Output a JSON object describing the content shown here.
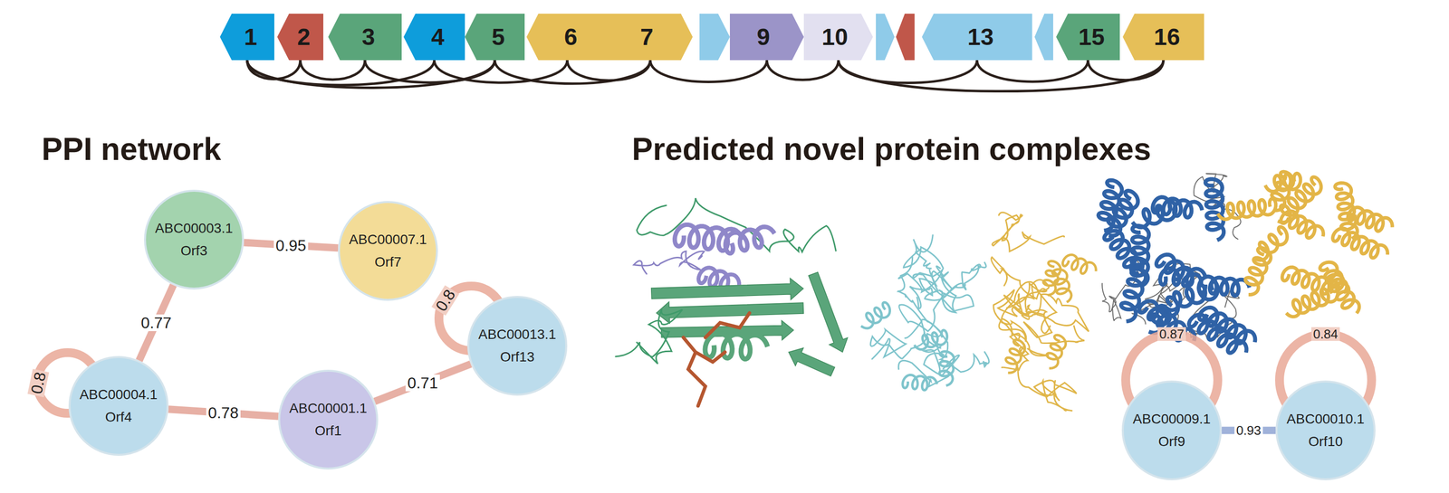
{
  "diagram": {
    "nodes": [
      {
        "text": [
          "1"
        ]
      },
      {
        "text": [
          "2"
        ]
      },
      {
        "text": [
          "3"
        ]
      },
      {
        "text": [
          "4"
        ]
      },
      {
        "text": [
          "5"
        ]
      },
      {
        "text": [
          "6"
        ]
      },
      {
        "text": [
          "7"
        ]
      },
      {
        "text": [
          "9"
        ]
      },
      {
        "text": [
          "10"
        ]
      },
      {
        "text": [
          "13"
        ]
      },
      {
        "text": [
          "15"
        ]
      },
      {
        "text": [
          "16"
        ]
      },
      {
        "text": [
          "ABC00003.1",
          "Orf3"
        ]
      },
      {
        "text": [
          "ABC00007.1",
          "Orf7"
        ]
      },
      {
        "text": [
          "ABC00004.1",
          "Orf4"
        ]
      },
      {
        "text": [
          "ABC00001.1",
          "Orf1"
        ]
      },
      {
        "text": [
          "ABC00013.1",
          "Orf13"
        ]
      },
      {
        "text": [
          "ABC00009.1",
          "Orf9"
        ]
      },
      {
        "text": [
          "ABC00010.1",
          "Orf10"
        ]
      }
    ],
    "edges": [
      {
        "from": 0,
        "to": 1,
        "arrow": "none"
      },
      {
        "from": 0,
        "to": 3,
        "arrow": "none"
      },
      {
        "from": 0,
        "to": 4,
        "arrow": "none"
      },
      {
        "from": 1,
        "to": 2,
        "arrow": "none"
      },
      {
        "from": 2,
        "to": 4,
        "arrow": "none"
      },
      {
        "from": 3,
        "to": 5,
        "arrow": "none"
      },
      {
        "from": 4,
        "to": 6,
        "arrow": "none"
      },
      {
        "from": 5,
        "to": 6,
        "arrow": "none"
      },
      {
        "from": 6,
        "to": 7,
        "arrow": "none"
      },
      {
        "from": 7,
        "to": 8,
        "arrow": "none"
      },
      {
        "from": 8,
        "to": 9,
        "arrow": "none"
      },
      {
        "from": 8,
        "to": 11,
        "arrow": "none"
      },
      {
        "from": 9,
        "to": 10,
        "arrow": "none"
      },
      {
        "from": 10,
        "to": 11,
        "arrow": "none"
      },
      {
        "from": 12,
        "to": 13,
        "label": "0.95",
        "arrow": "none"
      },
      {
        "from": 12,
        "to": 14,
        "label": "0.77",
        "arrow": "none"
      },
      {
        "from": 14,
        "to": 15,
        "label": "0.78",
        "arrow": "none"
      },
      {
        "from": 15,
        "to": 16,
        "label": "0.71",
        "arrow": "none"
      },
      {
        "from": 14,
        "to": 14,
        "label": "0.8",
        "arrow": "none"
      },
      {
        "from": 16,
        "to": 16,
        "label": "0.8",
        "arrow": "none"
      },
      {
        "from": 17,
        "to": 18,
        "label": "0.93",
        "arrow": "none"
      },
      {
        "from": 17,
        "to": 17,
        "label": "0.87",
        "arrow": "none"
      },
      {
        "from": 18,
        "to": 18,
        "label": "0.84",
        "arrow": "none"
      }
    ],
    "labels": [
      "PPI network",
      "Predicted novel protein complexes"
    ]
  }
}
